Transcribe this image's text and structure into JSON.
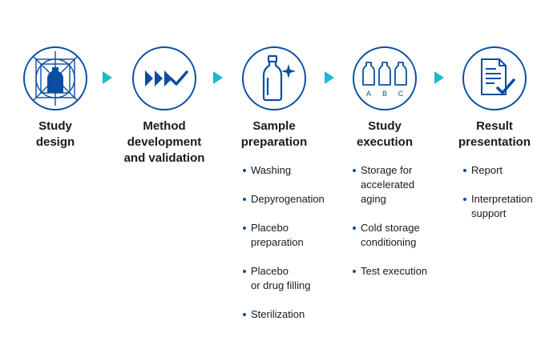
{
  "colors": {
    "primary": "#0a4ea2",
    "arrow": "#1fb9c9",
    "text": "#1a1a1a"
  },
  "steps": [
    {
      "icon": "bottle-blueprint-icon",
      "title": [
        "Study",
        "design"
      ],
      "items": []
    },
    {
      "icon": "fast-forward-check-icon",
      "title": [
        "Method",
        "development",
        "and validation"
      ],
      "items": []
    },
    {
      "icon": "sparkling-bottle-icon",
      "title": [
        "Sample",
        "preparation"
      ],
      "items": [
        [
          "Washing"
        ],
        [
          "Depyrogenation"
        ],
        [
          "Placebo",
          "preparation"
        ],
        [
          "Placebo",
          "or drug filling"
        ],
        [
          "Sterilization"
        ]
      ]
    },
    {
      "icon": "three-bottles-abc-icon",
      "title": [
        "Study",
        "execution"
      ],
      "bottle_labels": [
        "A",
        "B",
        "C"
      ],
      "items": [
        [
          "Storage for",
          "accelerated",
          "aging"
        ],
        [
          "Cold storage",
          "conditioning"
        ],
        [
          "Test execution"
        ]
      ]
    },
    {
      "icon": "report-check-icon",
      "title": [
        "Result",
        "presentation"
      ],
      "items": [
        [
          "Report"
        ],
        [
          "Interpretation",
          "support"
        ]
      ]
    }
  ]
}
